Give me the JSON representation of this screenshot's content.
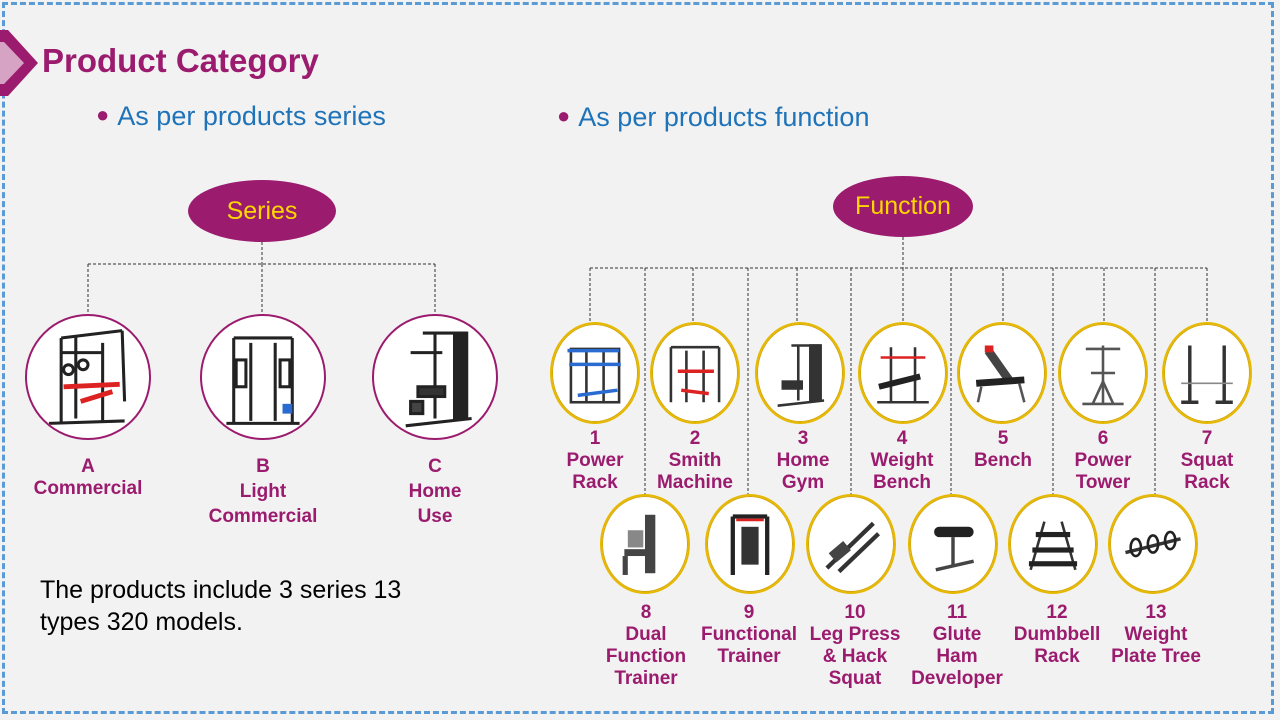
{
  "title": "Product Category",
  "bullets": {
    "left": "As per products series",
    "right": "As per products function"
  },
  "series": {
    "heading": "Series",
    "items": [
      {
        "letter": "A",
        "name": [
          "Commercial"
        ],
        "icon": "power-rack-with-rings-icon"
      },
      {
        "letter": "B",
        "name": [
          "Light",
          "Commercial"
        ],
        "icon": "smith-machine-icon"
      },
      {
        "letter": "C",
        "name": [
          "Home",
          "Use"
        ],
        "icon": "home-gym-icon"
      }
    ]
  },
  "function": {
    "heading": "Function",
    "items": [
      {
        "num": "1",
        "name": [
          "Power",
          "Rack"
        ],
        "icon": "power-rack-icon"
      },
      {
        "num": "2",
        "name": [
          "Smith",
          "Machine"
        ],
        "icon": "smith-machine-icon"
      },
      {
        "num": "3",
        "name": [
          "Home",
          "Gym"
        ],
        "icon": "home-gym-icon"
      },
      {
        "num": "4",
        "name": [
          "Weight",
          "Bench"
        ],
        "icon": "weight-bench-icon"
      },
      {
        "num": "5",
        "name": [
          "Bench"
        ],
        "icon": "adjustable-bench-icon"
      },
      {
        "num": "6",
        "name": [
          "Power",
          "Tower"
        ],
        "icon": "power-tower-icon"
      },
      {
        "num": "7",
        "name": [
          "Squat",
          "Rack"
        ],
        "icon": "squat-rack-icon"
      },
      {
        "num": "8",
        "name": [
          "Dual",
          "Function",
          "Trainer"
        ],
        "icon": "dual-function-trainer-icon"
      },
      {
        "num": "9",
        "name": [
          "Functional",
          "Trainer"
        ],
        "icon": "functional-trainer-icon"
      },
      {
        "num": "10",
        "name": [
          "Leg Press",
          "&  Hack",
          "Squat"
        ],
        "icon": "leg-press-icon"
      },
      {
        "num": "11",
        "name": [
          "Glute",
          "Ham",
          "Developer"
        ],
        "icon": "glute-ham-developer-icon"
      },
      {
        "num": "12",
        "name": [
          "Dumbbell",
          "Rack"
        ],
        "icon": "dumbbell-rack-icon"
      },
      {
        "num": "13",
        "name": [
          "Weight",
          "Plate Tree"
        ],
        "icon": "weight-plate-tree-icon"
      }
    ]
  },
  "note": [
    "The products  include 3 series 13",
    "types 320 models."
  ],
  "colors": {
    "accent": "#9b1b6e",
    "heading_text": "#ffd700",
    "bullet_text": "#1f73b8",
    "frame": "#5b9bd5",
    "ring_gold": "#e6b800"
  }
}
